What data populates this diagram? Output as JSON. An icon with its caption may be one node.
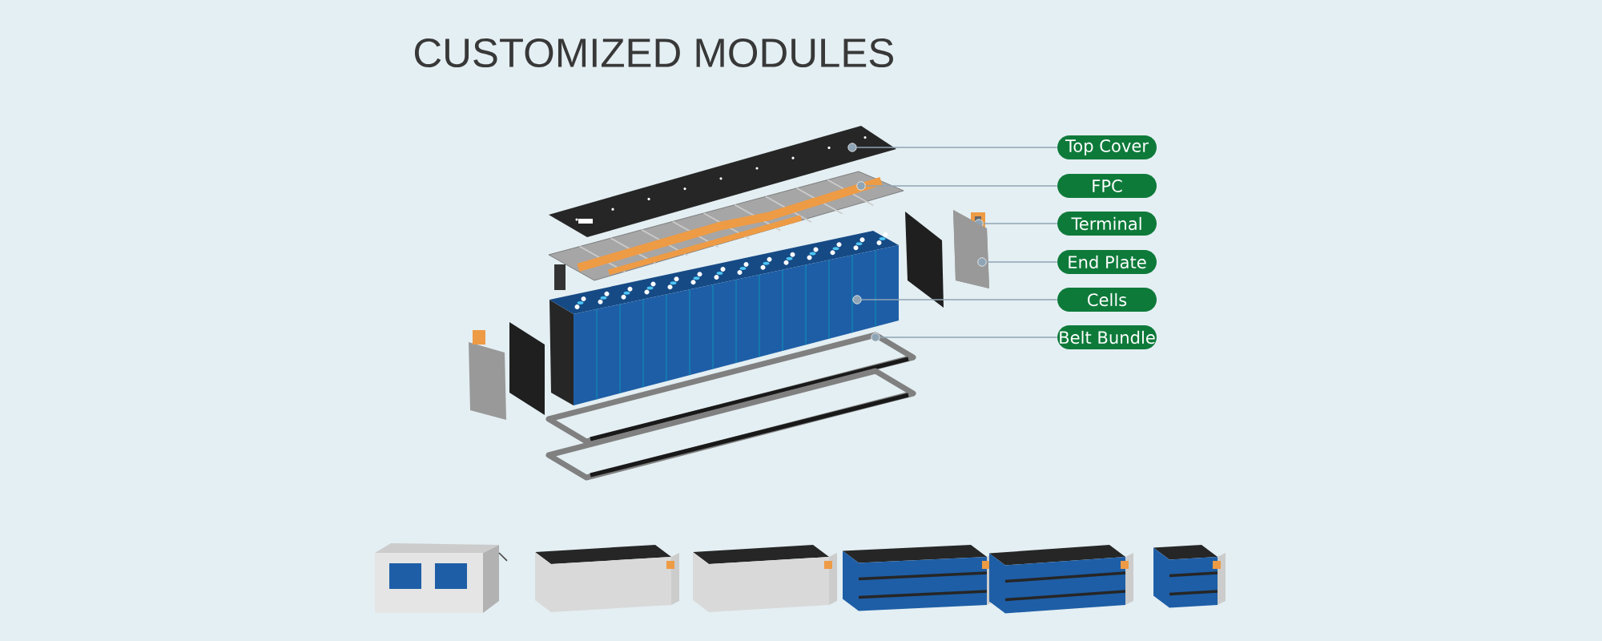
{
  "diagram": {
    "title": "CUSTOMIZED MODULES",
    "nodes": [
      {
        "text": [
          "Top Cover"
        ]
      },
      {
        "text": [
          "FPC"
        ]
      },
      {
        "text": [
          "Terminal"
        ]
      },
      {
        "text": [
          "End Plate"
        ]
      },
      {
        "text": [
          "Cells"
        ]
      },
      {
        "text": [
          "Belt Bundle"
        ]
      },
      {
        "text": [],
        "shape": "picture"
      },
      {
        "text": [],
        "shape": "picture"
      },
      {
        "text": [],
        "shape": "picture"
      },
      {
        "text": [],
        "shape": "picture"
      },
      {
        "text": [],
        "shape": "picture"
      },
      {
        "text": [],
        "shape": "picture"
      }
    ],
    "edges": [
      {
        "from": 0,
        "to": 6,
        "arrow": "none"
      },
      {
        "from": 1,
        "to": 7,
        "arrow": "none"
      },
      {
        "from": 2,
        "to": 8,
        "arrow": "none"
      },
      {
        "from": 3,
        "to": 9,
        "arrow": "none"
      },
      {
        "from": 4,
        "to": 10,
        "arrow": "none"
      },
      {
        "from": 5,
        "to": 11,
        "arrow": "none"
      }
    ]
  }
}
